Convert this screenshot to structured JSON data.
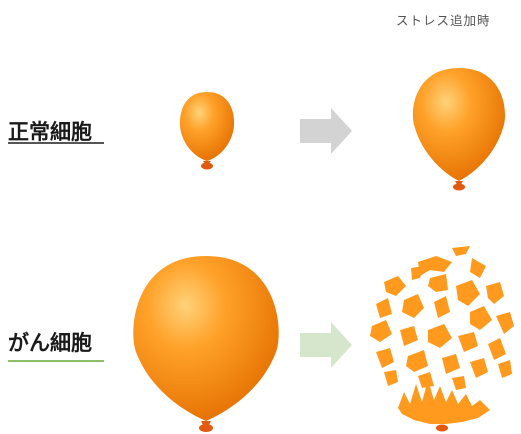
{
  "caption": "ストレス追加時",
  "rows": [
    {
      "label": "正常細胞",
      "accent": "#555555",
      "arrow_color": "#d3d3d3"
    },
    {
      "label": "がん細胞",
      "accent": "#8cbf6a",
      "arrow_color": "#d6e6cc"
    }
  ],
  "colors": {
    "balloon_light": "#ffc25a",
    "balloon_mid": "#ff9a1e",
    "balloon_dark": "#e26f00",
    "knot": "#e25a10"
  }
}
